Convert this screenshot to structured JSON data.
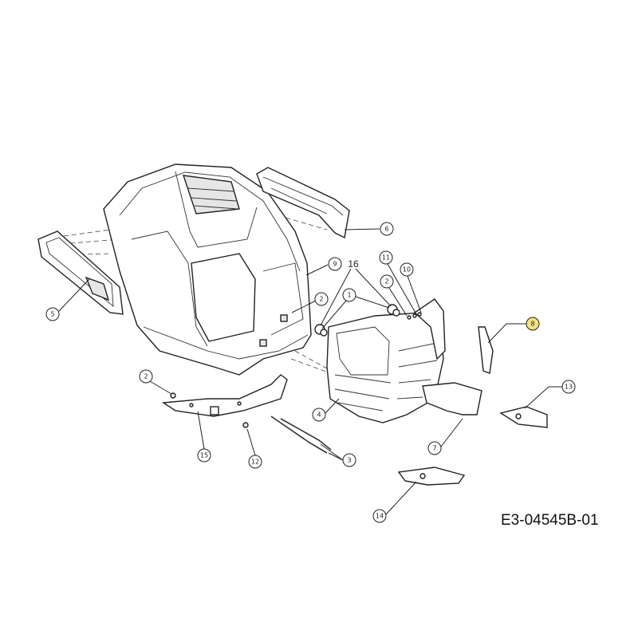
{
  "diagram": {
    "drawing_code": "E3-04545B-01",
    "highlight_color": "#f3e27a",
    "callouts": {
      "c5": "5",
      "c6": "6",
      "c9": "9",
      "c16": "16",
      "c11": "11",
      "c10": "10",
      "c2a": "2",
      "c1": "1",
      "c2b": "2",
      "c8": "8",
      "c13": "13",
      "c2c": "2",
      "c4": "4",
      "c7": "7",
      "c15": "15",
      "c12": "12",
      "c3": "3",
      "c14": "14"
    }
  }
}
